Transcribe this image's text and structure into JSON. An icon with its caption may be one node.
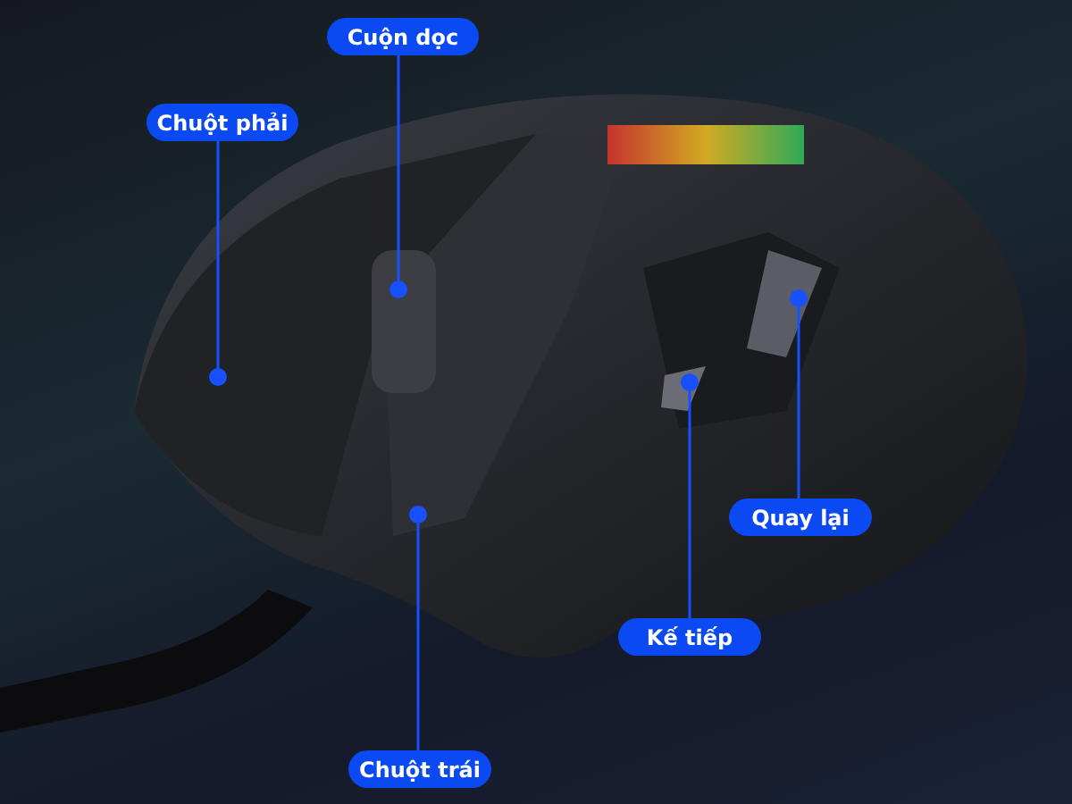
{
  "diagram": {
    "nodes": [
      {
        "text": [
          "Cuộn dọc"
        ]
      },
      {
        "text": [
          "Chuột phải"
        ]
      },
      {
        "text": [
          "Quay lại"
        ]
      },
      {
        "text": [
          "Kế tiếp"
        ]
      },
      {
        "text": [
          "Chuột trái"
        ]
      },
      {
        "text": [],
        "shape": "circle"
      },
      {
        "text": [],
        "shape": "circle"
      },
      {
        "text": [],
        "shape": "circle"
      },
      {
        "text": [],
        "shape": "circle"
      },
      {
        "text": [],
        "shape": "circle"
      }
    ],
    "edges": [
      {
        "from": 0,
        "to": 5,
        "arrow": "none"
      },
      {
        "from": 1,
        "to": 7,
        "arrow": "none"
      },
      {
        "from": 2,
        "to": 6,
        "arrow": "none"
      },
      {
        "from": 3,
        "to": 8,
        "arrow": "none"
      },
      {
        "from": 4,
        "to": 9,
        "arrow": "none"
      }
    ]
  }
}
